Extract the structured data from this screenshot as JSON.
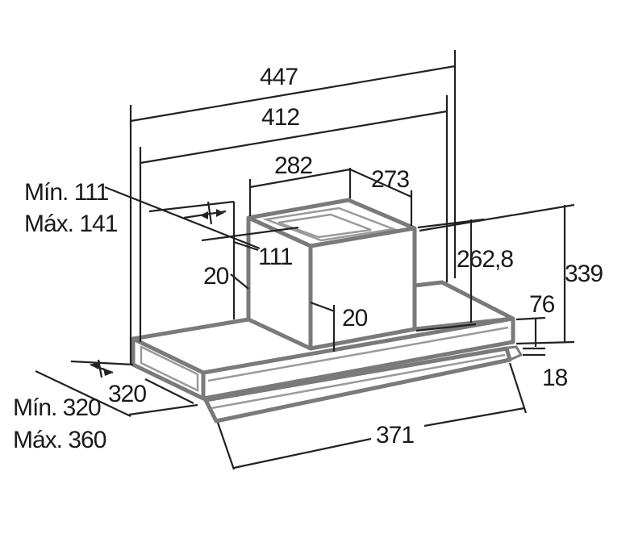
{
  "labels": {
    "overall_width": "447",
    "inner_width": "412",
    "chimney_width": "282",
    "chimney_depth": "273",
    "min_extension": "Mín. 111",
    "max_extension": "Máx. 141",
    "chimney_offset": "111",
    "chimney_height_left": "20",
    "chimney_height_center": "20",
    "body_height": "262,8",
    "total_height": "339",
    "front_height": "76",
    "visor_height": "18",
    "depth": "320",
    "min_depth": "Mín. 320",
    "max_depth": "Máx. 360",
    "visor_width": "371"
  },
  "colors": {
    "body_outline": "#7a7a7a",
    "dimension_line": "#222222",
    "text": "#1a1a1a"
  }
}
